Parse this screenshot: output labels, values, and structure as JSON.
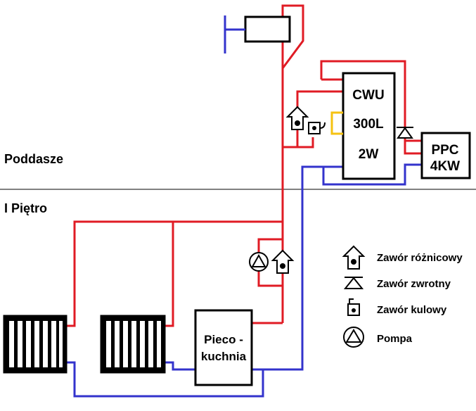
{
  "floors": {
    "attic": "Poddasze",
    "first_floor": "I Piętro"
  },
  "boiler_tank": {
    "line1": "CWU",
    "line2": "300L",
    "line3": "2W"
  },
  "heat_pump": {
    "line1": "PPC",
    "line2": "4KW"
  },
  "stove": {
    "line1": "Pieco -",
    "line2": "kuchnia"
  },
  "legend": {
    "items": [
      {
        "label": "Zawór różnicowy",
        "icon": "differential-valve-icon"
      },
      {
        "label": "Zawór zwrotny",
        "icon": "check-valve-icon"
      },
      {
        "label": "Zawór kulowy",
        "icon": "ball-valve-icon"
      },
      {
        "label": "Pompa",
        "icon": "pump-icon"
      }
    ]
  },
  "colors": {
    "supply": "#e01b24",
    "return": "#3333cc",
    "drain": "#f5c211",
    "floor_line": "#000000"
  }
}
